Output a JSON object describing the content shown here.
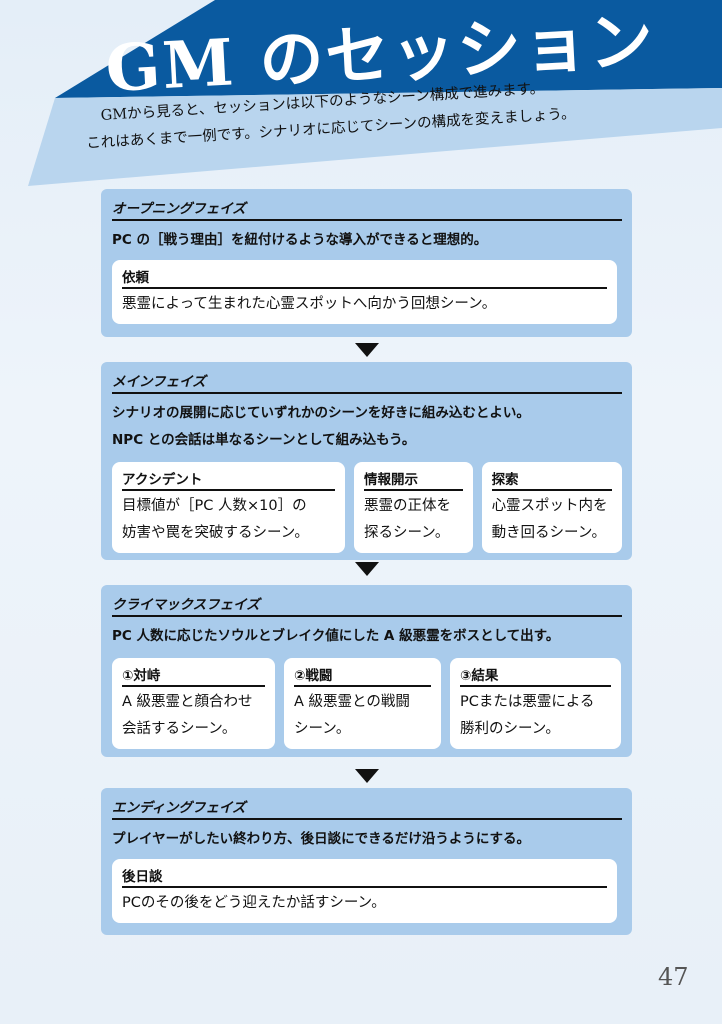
{
  "header": {
    "title": "GM のセッション",
    "intro": [
      "GMから見ると、セッションは以下のようなシーン構成で進みます。",
      "これはあくまで一例です。シナリオに応じてシーンの構成を変えましょう。"
    ]
  },
  "phases": [
    {
      "title": "オープニングフェイズ",
      "lead": [
        "PC の［戦う理由］を紐付けるような導入ができると理想的。"
      ],
      "cards": [
        {
          "title": "依頼",
          "body": [
            "悪霊によって生まれた心霊スポットへ向かう回想シーン。"
          ]
        }
      ]
    },
    {
      "title": "メインフェイズ",
      "lead": [
        "シナリオの展開に応じていずれかのシーンを好きに組み込むとよい。",
        "NPC との会話は単なるシーンとして組み込もう。"
      ],
      "cards": [
        {
          "title": "アクシデント",
          "body": [
            "目標値が［PC 人数×10］の",
            "妨害や罠を突破するシーン。"
          ]
        },
        {
          "title": "情報開示",
          "body": [
            "悪霊の正体を",
            "探るシーン。"
          ]
        },
        {
          "title": "探索",
          "body": [
            "心霊スポット内を",
            "動き回るシーン。"
          ]
        }
      ]
    },
    {
      "title": "クライマックスフェイズ",
      "lead": [
        "PC 人数に応じたソウルとブレイク値にした A 級悪霊をボスとして出す。"
      ],
      "cards": [
        {
          "title": "①対峙",
          "body": [
            "A 級悪霊と顔合わせ",
            "会話するシーン。"
          ]
        },
        {
          "title": "②戦闘",
          "body": [
            "A 級悪霊との戦闘",
            "シーン。"
          ]
        },
        {
          "title": "③結果",
          "body": [
            "PCまたは悪霊による",
            "勝利のシーン。"
          ]
        }
      ]
    },
    {
      "title": "エンディングフェイズ",
      "lead": [
        "プレイヤーがしたい終わり方、後日談にできるだけ沿うようにする。"
      ],
      "cards": [
        {
          "title": "後日談",
          "body": [
            "PCのその後をどう迎えたか話すシーン。"
          ]
        }
      ]
    }
  ],
  "page_number": "47",
  "colors": {
    "banner_dark": "#0a5aa0",
    "banner_light": "#b9d5ee",
    "phase_bg": "#a9cbeb"
  }
}
